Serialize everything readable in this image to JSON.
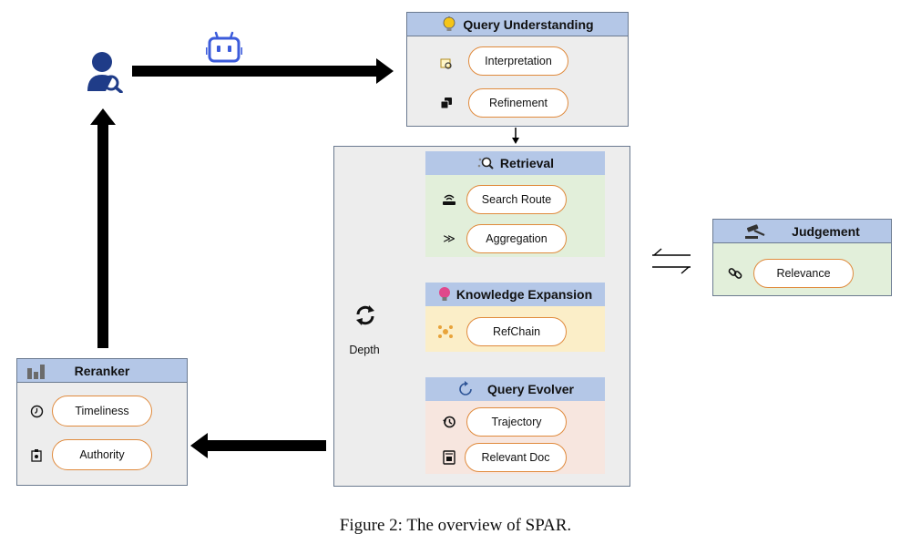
{
  "query_understanding": {
    "title": "Query Understanding",
    "items": [
      "Interpretation",
      "Refinement"
    ]
  },
  "retrieval": {
    "title": "Retrieval",
    "items": [
      "Search Route",
      "Aggregation"
    ]
  },
  "knowledge_expansion": {
    "title": "Knowledge Expansion",
    "items": [
      "RefChain"
    ]
  },
  "query_evolver": {
    "title": "Query Evolver",
    "items": [
      "Trajectory",
      "Relevant Doc"
    ]
  },
  "judgement": {
    "title": "Judgement",
    "items": [
      "Relevance"
    ]
  },
  "reranker": {
    "title": "Reranker",
    "items": [
      "Timeliness",
      "Authority"
    ]
  },
  "loop": {
    "label": "Depth"
  },
  "caption": "Figure 2: The overview of SPAR.",
  "colors": {
    "header_blue": "#b4c7e7",
    "panel_gray": "#ededed",
    "retrieval_green": "#e2efda",
    "expansion_yellow": "#fbeec8",
    "evolver_pink": "#f7e6df",
    "judgement_green": "#e2efda",
    "pill_border": "#e08a3c",
    "user_icon": "#1f3c88",
    "robot_icon": "#3b5bdb"
  },
  "icons": {
    "user": "user-search-icon",
    "agent": "robot-icon",
    "query_understanding": "lightbulb-icon",
    "interpretation": "image-search-icon",
    "refinement": "layers-icon",
    "retrieval": "magnifier-icon",
    "search_route": "router-icon",
    "aggregation": "double-chevron-icon",
    "knowledge_expansion": "bulb-icon",
    "refchain": "network-icon",
    "query_evolver": "refresh-icon",
    "trajectory": "history-icon",
    "relevant_doc": "document-icon",
    "judgement": "gavel-icon",
    "relevance": "link-icon",
    "reranker": "bar-chart-icon",
    "timeliness": "clock-icon",
    "authority": "badge-icon",
    "depth": "sync-icon"
  }
}
